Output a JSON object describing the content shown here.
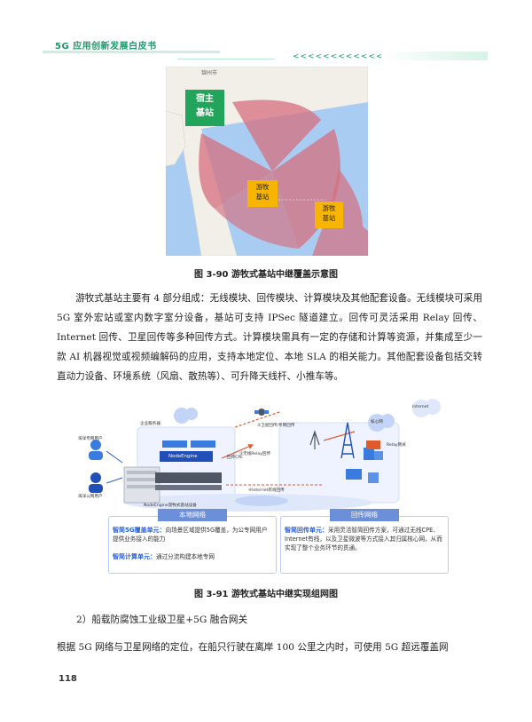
{
  "header": {
    "title": "5G 应用创新发展白皮书",
    "chevrons": "<<<<<<<<<<<<"
  },
  "map": {
    "host_station": [
      "宿主",
      "基站"
    ],
    "mobile_station_1": [
      "游牧",
      "基站"
    ],
    "mobile_station_2": [
      "游牧",
      "基站"
    ],
    "place_label": "锦州市",
    "colors": {
      "sea": "#a9cdf2",
      "coverage": "#d56d7d",
      "host": "#22a55a",
      "mobile": "#f7b500"
    }
  },
  "figure_90_caption": "图 3-90  游牧式基站中继覆盖示意图",
  "paragraph_1": "游牧式基站主要有 4 部分组成：无线模块、回传模块、计算模块及其他配套设备。无线模块可采用 5G 室外宏站或室内数字室分设备，基站可支持 IPSec 隧道建立。回传可灵活采用 Relay 回传、Internet 回传、卫星回传等多种回传方式。计算模块需具有一定的存储和计算等资源，并集成至少一款 AI 机器视觉或视频编解码的应用，支持本地定位、本地 SLA 的相关能力。其他配套设备包括交转直动力设备、环境系统（风扇、散热等）、可升降天线杆、小推车等。",
  "diagram": {
    "users": [
      "海洋专网用户",
      "海洋公网用户"
    ],
    "enterprise_server": "企业服务器",
    "node_engine": "NodeEngine",
    "cpe": "回传CPE",
    "device_label": "NodeEngine游牧式基站设备",
    "satellite_label": "②卫星回传/专网回传",
    "relay_label": "③无线Relay回传",
    "internet_return": "④Internet有线回传",
    "internet_cloud": "Internet",
    "core_net": "核心网",
    "relay_gw": "Relay网关",
    "local_net_title": "本地网络",
    "backhaul_title": "回传网络",
    "local_units": [
      {
        "name": "智简5G覆盖单元：",
        "text": "向场景区域提供5G覆盖，为公专网用户提供业务接入的能力"
      },
      {
        "name": "智简计算单元：",
        "text": "通过分流构建本地专网"
      }
    ],
    "backhaul_unit": {
      "name": "智简回传单元：",
      "text": "采用灵活智简回传方案，可通过无线CPE、Internet有线，以及卫星微波等方式接入其归属核心网，从而实现了整个业务环节的贯通。"
    }
  },
  "figure_91_caption": "图 3-91  游牧式基站中继实现组网图",
  "subheading": "2）船载防腐蚀工业级卫星+5G 融合网关",
  "paragraph_2_start": "根据 5G 网络与卫星网络的定位，在船只行驶在离岸 100 公里之内时，可使用 5G 超远覆盖网",
  "page_number": "118"
}
